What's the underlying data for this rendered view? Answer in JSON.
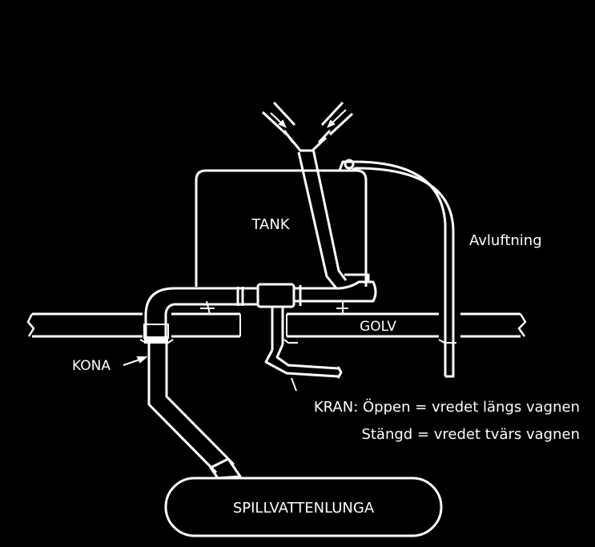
{
  "diagram": {
    "labels": {
      "tank": "TANK",
      "vent": "Avluftning",
      "floor": "GOLV",
      "cone": "KONA",
      "valve_open": "KRAN: Öppen = vredet längs vagnen",
      "valve_closed": "Stängd = vredet tvärs vagnen",
      "reservoir": "SPILLVATTENLUNGA"
    },
    "colors": {
      "background": "#000000",
      "ink": "#ffffff"
    }
  }
}
